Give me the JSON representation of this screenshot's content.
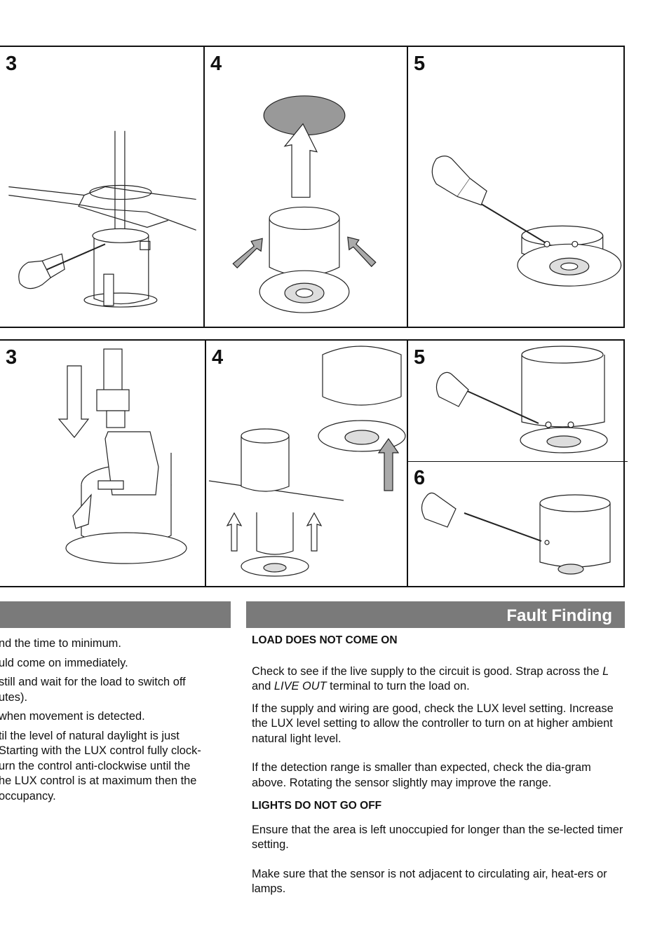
{
  "diagram_rows": [
    {
      "steps": [
        "3",
        "4",
        "5"
      ]
    },
    {
      "steps": [
        "3",
        "4",
        "5",
        "6"
      ]
    }
  ],
  "left_column": {
    "lines": [
      [
        "nd the time to minimum."
      ],
      [
        "uld come on immediately."
      ],
      [
        "still and wait for the load to switch off",
        "utes)."
      ],
      [
        " when movement is detected."
      ],
      [
        "til the level of natural daylight is just",
        "Starting with the LUX control fully clock-",
        "urn the control anti-clockwise until the",
        "he LUX control is at maximum then the",
        "occupancy."
      ]
    ]
  },
  "fault_finding": {
    "title": "Fault Finding",
    "heading1": "LOAD DOES NOT COME ON",
    "p1_part1": "Check to see if the live supply to the circuit is good. Strap across the ",
    "p1_l": "L",
    "p1_and": " and ",
    "p1_liveout": "LIVE OUT",
    "p1_part2": " terminal to turn the load on.",
    "p2": "If the supply and wiring are good, check the LUX level setting. Increase the LUX level setting to allow the controller to turn on at higher ambient natural light level.",
    "p3": "If the detection range is smaller than expected, check the dia-gram above. Rotating the sensor slightly may improve the range.",
    "heading2": "LIGHTS DO NOT GO OFF",
    "p4": "Ensure that the area is left unoccupied for longer than the se-lected timer setting.",
    "p5": "Make sure that the sensor is not adjacent to circulating air, heat-ers or lamps."
  }
}
